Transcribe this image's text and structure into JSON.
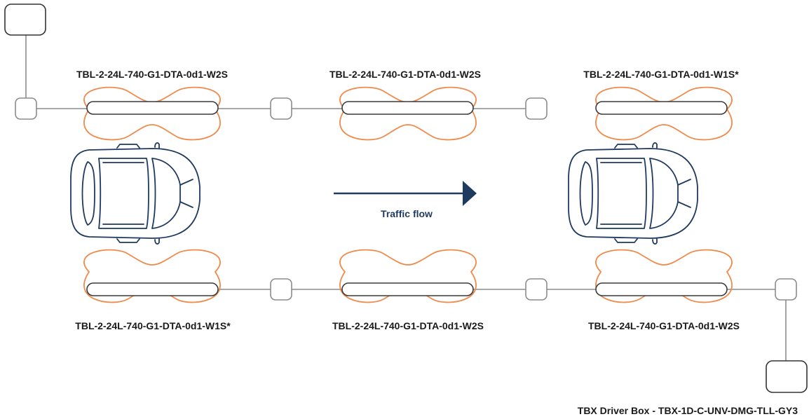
{
  "colors": {
    "light_pattern": "#f08a4b",
    "car_outline": "#1f3a5f",
    "wire": "#8c8c8c",
    "fixture": "#3a3a3a"
  },
  "top_row": [
    {
      "label": "TBL-2-24L-740-G1-DTA-0d1-W2S"
    },
    {
      "label": "TBL-2-24L-740-G1-DTA-0d1-W2S"
    },
    {
      "label": "TBL-2-24L-740-G1-DTA-0d1-W1S*"
    }
  ],
  "bottom_row": [
    {
      "label": "TBL-2-24L-740-G1-DTA-0d1-W1S*"
    },
    {
      "label": "TBL-2-24L-740-G1-DTA-0d1-W2S"
    },
    {
      "label": "TBL-2-24L-740-G1-DTA-0d1-W2S"
    }
  ],
  "traffic": {
    "label": "Traffic flow"
  },
  "driver_box": {
    "label": "TBX Driver Box - TBX-1D-C-UNV-DMG-TLL-GY3"
  },
  "icons": {
    "car": "car-icon",
    "arrow": "arrow-right-icon"
  }
}
